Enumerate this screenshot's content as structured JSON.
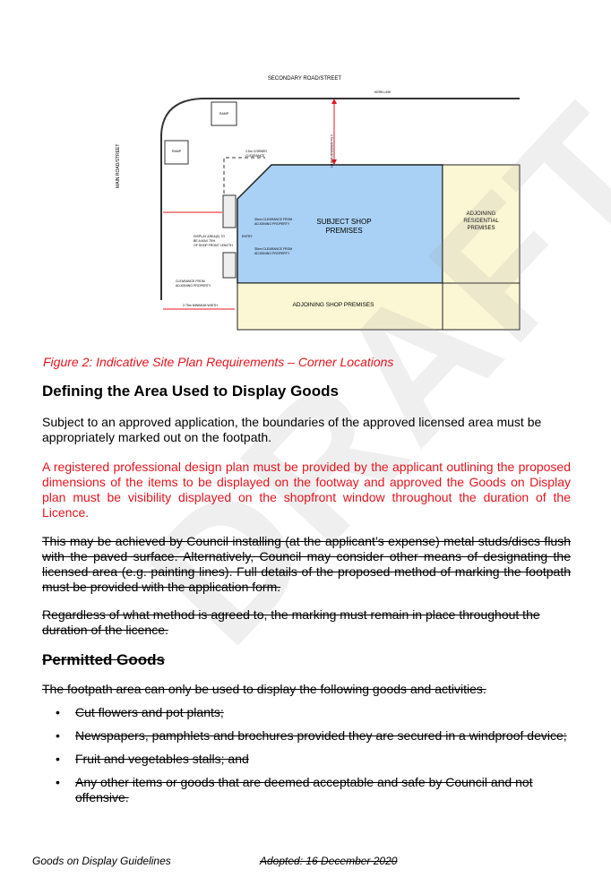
{
  "diagram": {
    "secondary_road": "SECONDARY ROAD/STREET",
    "main_road": "MAIN ROAD/STREET",
    "kerb_line": "KERB LINE",
    "ramp": "RAMP",
    "subject_shop": [
      "SUBJECT SHOP",
      "PREMISES"
    ],
    "adjoining_residential": [
      "ADJOINING",
      "RESIDENTIAL",
      "PREMISES"
    ],
    "adjoining_shop": "ADJOINING SHOP PREMISES",
    "clearance_corner": [
      "2.5m CORNER",
      "CLEARANCE"
    ],
    "minimum_width": "1.5m MINIMUM WIDTH",
    "clearance_adj_1": [
      "30cm CLEARANCE FROM",
      "ADJOINING PROPERTY"
    ],
    "clearance_adj_2": [
      "30cm CLEARANCE FROM",
      "ADJOINING PROPERTY"
    ],
    "entry": "ENTRY",
    "display_areas": [
      "DISPLAY AREA(S) TO",
      "BE A MAX 75%",
      "OF SHOP FRONT LENGTH"
    ],
    "clearance_bottom": [
      "CLEARANCE FROM",
      "ADJOINING PROPERTY"
    ],
    "min_width_bottom": "2.75m MINIMUM WIDTH"
  },
  "caption": "Figure 2: Indicative Site Plan Requirements – Corner Locations",
  "heading_define": "Defining the Area Used to Display Goods",
  "para1": "Subject to an approved application, the boundaries of the approved licensed area must be appropriately marked out on the footpath.",
  "para2": "A registered professional design plan must be provided by the applicant outlining the proposed dimensions of the items to be displayed on the footway and approved the Goods on Display plan must be visibility displayed on the shopfront window throughout the duration of the Licence.",
  "para3": "This may be achieved by Council installing (at the applicant’s expense) metal studs/discs flush with the paved surface. Alternatively, Council may consider other means of designating the licensed area (e.g. painting lines). Full details of the proposed method of marking the footpath must be provided with the application form.",
  "para4": "Regardless of what method is agreed to, the marking must remain in place throughout the duration of the licence.",
  "heading_permitted": "Permitted Goods",
  "para5": "The footpath area can only be used to display the following goods and activities.",
  "bullet_glyph": "•",
  "bullets": [
    "Cut flowers and pot plants;",
    "Newspapers, pamphlets and brochures provided they are secured in a windproof device;",
    "Fruit and vegetables stalls; and",
    "Any other items or goods that are deemed acceptable and safe by Council and not offensive."
  ],
  "footer_left": "Goods on Display Guidelines",
  "footer_right": "Adopted: 16 December 2020",
  "watermark": "DRAFT",
  "colors": {
    "shop_fill": "#a9d0f5",
    "adjoining_fill": "#fbf7d4",
    "red": "#e8141e"
  }
}
